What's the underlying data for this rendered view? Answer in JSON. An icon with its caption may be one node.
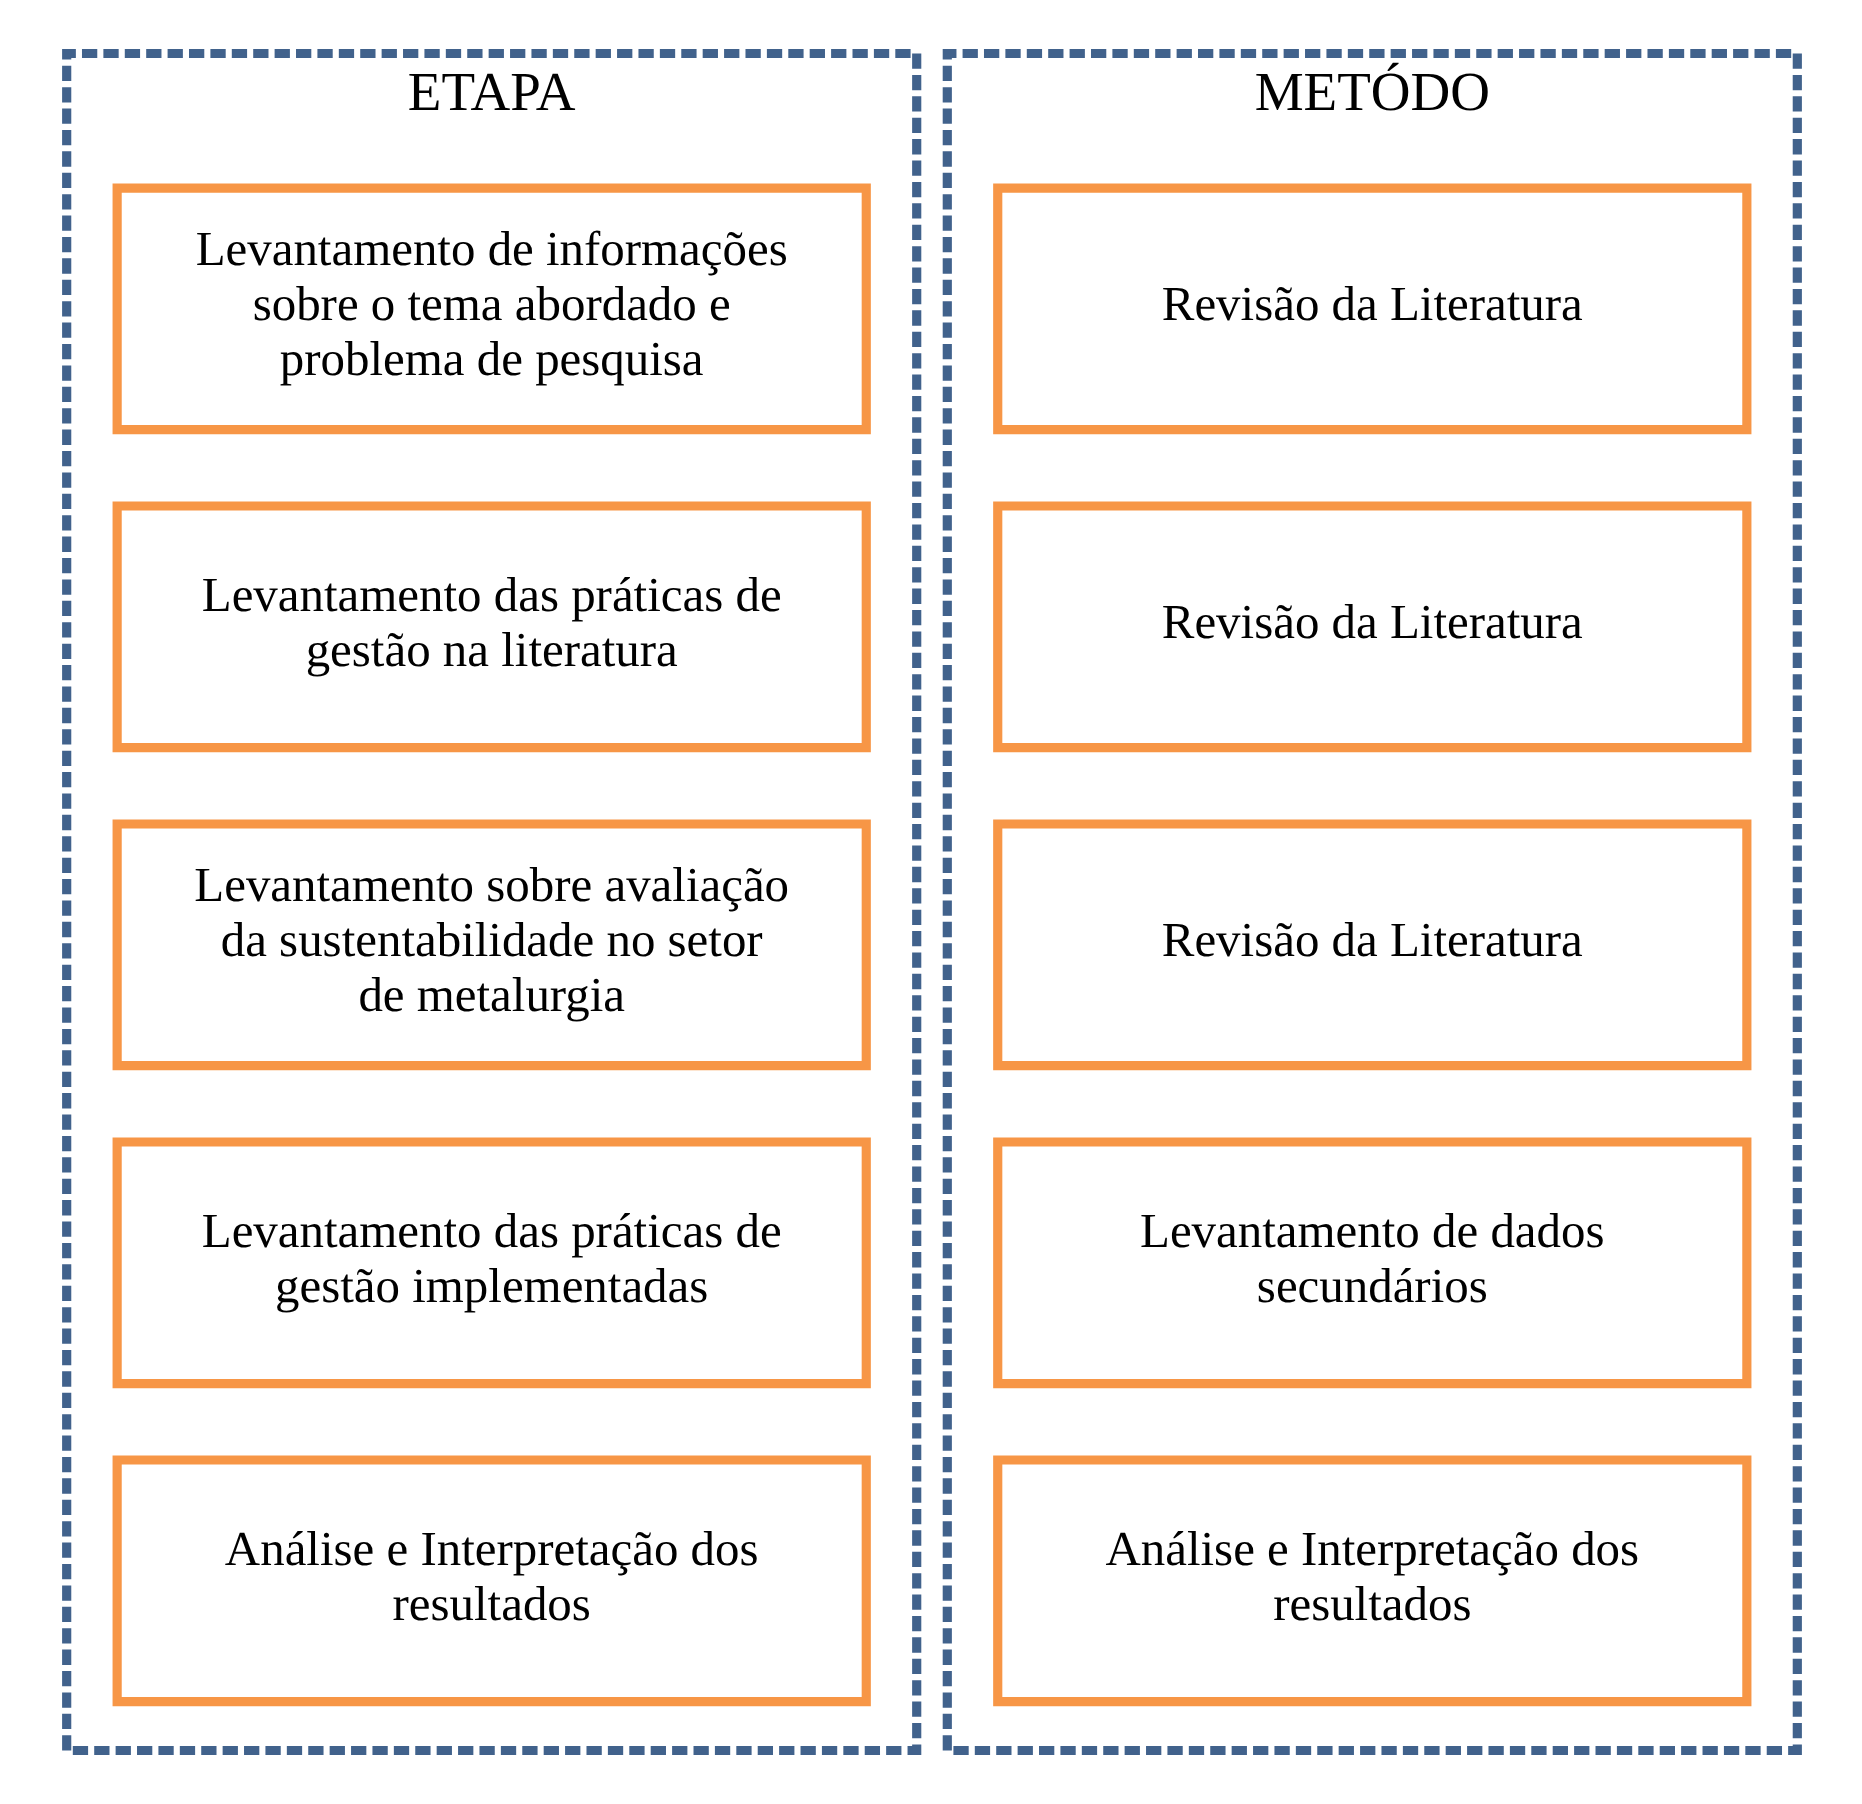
{
  "diagram": {
    "nodes": [
      {
        "text": [
          "ETAPA"
        ]
      },
      {
        "text": [
          "Levantamento de informações sobre o tema abordado e problema de pesquisa"
        ],
        "in": 0
      },
      {
        "text": [
          "Levantamento das práticas de gestão na literatura"
        ],
        "in": 0
      },
      {
        "text": [
          "Levantamento sobre avaliação da sustentabilidade no setor de metalurgia"
        ],
        "in": 0
      },
      {
        "text": [
          "Levantamento das práticas de gestão implementadas"
        ],
        "in": 0
      },
      {
        "text": [
          "Análise e Interpretação dos resultados"
        ],
        "in": 0
      },
      {
        "text": [
          "METÓDO"
        ]
      },
      {
        "text": [
          "Revisão da Literatura"
        ],
        "in": 6
      },
      {
        "text": [
          "Revisão da Literatura"
        ],
        "in": 6
      },
      {
        "text": [
          "Revisão da Literatura"
        ],
        "in": 6
      },
      {
        "text": [
          "Levantamento de dados secundários"
        ],
        "in": 6
      },
      {
        "text": [
          "Análise e Interpretação dos resultados"
        ],
        "in": 6
      }
    ]
  }
}
